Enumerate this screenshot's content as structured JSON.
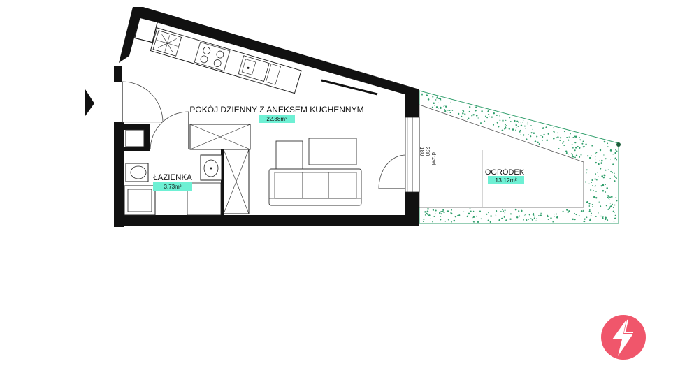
{
  "rooms": {
    "living": {
      "name": "POKÓJ DZIENNY Z ANEKSEM KUCHENNYM",
      "area": "22.88m²"
    },
    "bathroom": {
      "name": "ŁAZIENKA",
      "area": "3.73m²"
    },
    "garden": {
      "name": "OGRÓDEK",
      "area": "13.12m²"
    }
  },
  "window_notes": {
    "sill": "180",
    "height": "230",
    "door_note": "drzwi"
  },
  "colors": {
    "wall": "#111111",
    "area_tag": "#6ef0d4",
    "garden_dots": "#2f9e6b",
    "logo": "#f0566b"
  },
  "icons": {
    "entrance": "entrance-arrow-icon",
    "logo": "lightning-logo-icon"
  }
}
